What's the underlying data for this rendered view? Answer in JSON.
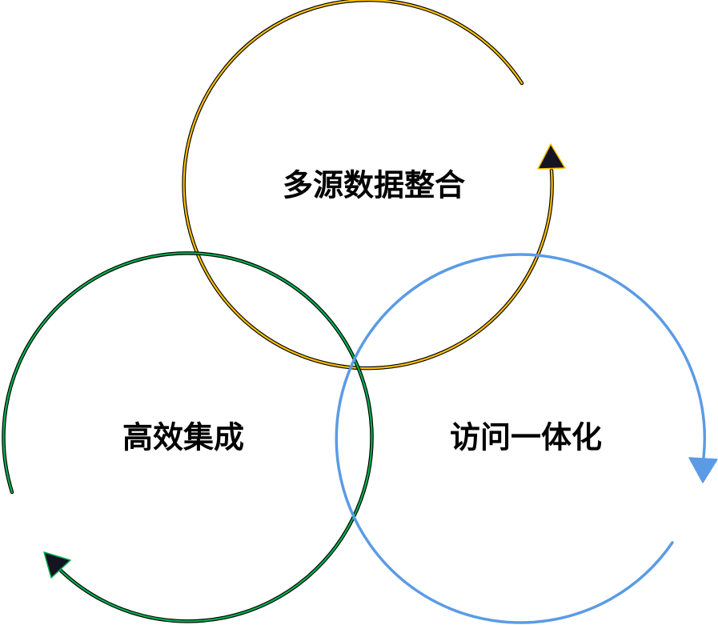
{
  "cycles": [
    {
      "label": "多源数据整合",
      "stroke_color": "#FFC000",
      "outline_color": "#000000",
      "arrow_color": "#141422"
    },
    {
      "label": "高效集成",
      "stroke_color": "#00B050",
      "outline_color": "#000000",
      "arrow_color": "#141422"
    },
    {
      "label": "访问一体化",
      "stroke_color": "#5B9BE5",
      "outline_color": "#5B9BE5",
      "arrow_color": "#5B9BE5"
    }
  ]
}
